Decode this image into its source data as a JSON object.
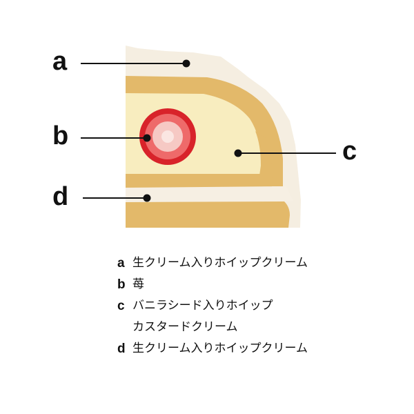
{
  "diagram": {
    "labels": {
      "a": "a",
      "b": "b",
      "c": "c",
      "d": "d"
    },
    "legend": [
      {
        "key": "a",
        "lines": [
          "生クリーム入りホイップクリーム"
        ]
      },
      {
        "key": "b",
        "lines": [
          "苺"
        ]
      },
      {
        "key": "c",
        "lines": [
          "バニラシード入りホイップ",
          "カスタードクリーム"
        ]
      },
      {
        "key": "d",
        "lines": [
          "生クリーム入りホイップクリーム"
        ]
      }
    ],
    "colors": {
      "cream": "#f6efe2",
      "sponge": "#e2b868",
      "custard": "#f8ecbc",
      "strawberry": "#d8232a",
      "line": "#111111"
    }
  }
}
